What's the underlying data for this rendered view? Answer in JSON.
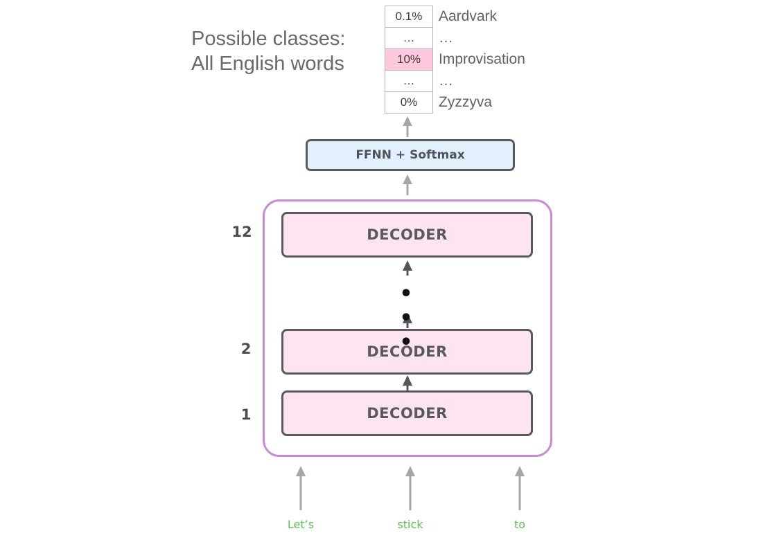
{
  "heading": {
    "line1": "Possible classes:",
    "line2": "All English words"
  },
  "output_table": [
    {
      "value": "0.1%",
      "label": "Aardvark",
      "highlight": false
    },
    {
      "value": "…",
      "label": "…",
      "highlight": false
    },
    {
      "value": "10%",
      "label": "Improvisation",
      "highlight": true
    },
    {
      "value": "…",
      "label": "…",
      "highlight": false
    },
    {
      "value": "0%",
      "label": "Zyzzyva",
      "highlight": false
    }
  ],
  "ffnn_label": "FFNN + Softmax",
  "decoders": [
    {
      "layer": "12",
      "label": "DECODER"
    },
    {
      "layer": "2",
      "label": "DECODER"
    },
    {
      "layer": "1",
      "label": "DECODER"
    }
  ],
  "ellipsis": "• • •",
  "input_tokens": [
    "Let’s",
    "stick",
    "to"
  ],
  "colors": {
    "highlight_cell": "#ffc8dc",
    "ffnn_fill": "#e2f0fd",
    "decoder_fill": "#fde4f0",
    "stack_border": "#c88ad6",
    "token_text": "#55c84a"
  }
}
